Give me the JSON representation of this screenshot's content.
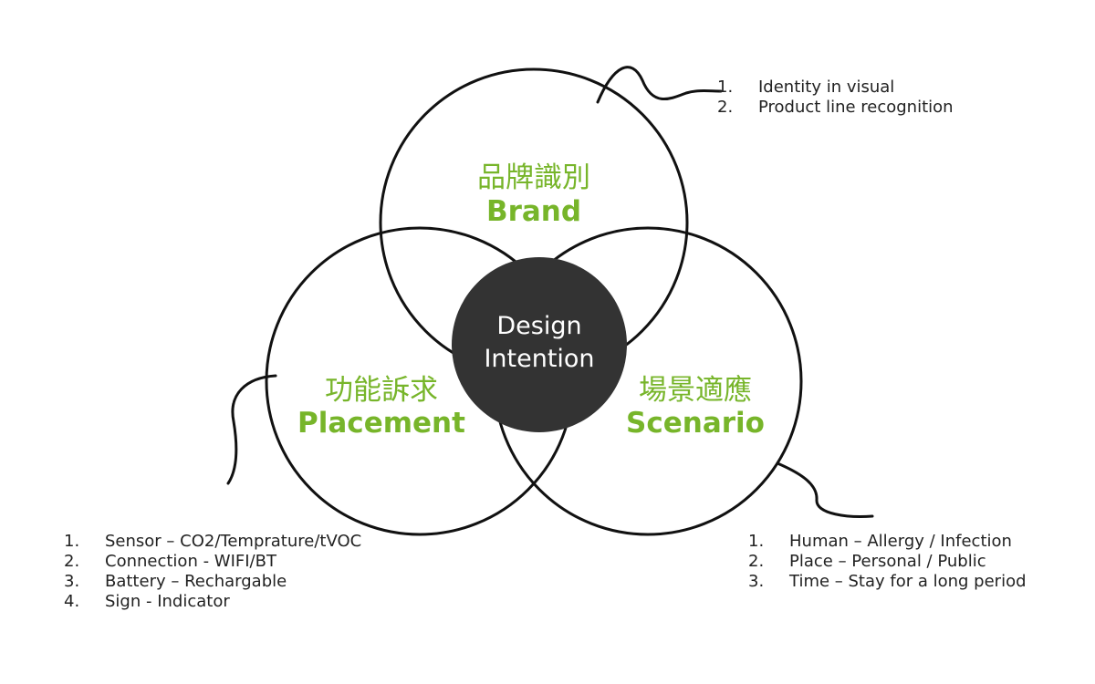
{
  "center": {
    "line1": "Design",
    "line2": "Intention"
  },
  "brand": {
    "title_cn": "品牌識別",
    "title_en": "Brand",
    "notes": [
      {
        "num": "1.",
        "text": "Identity in visual"
      },
      {
        "num": "2.",
        "text": "Product line recognition"
      }
    ]
  },
  "placement": {
    "title_cn": "功能訴求",
    "title_en": "Placement",
    "notes": [
      {
        "num": "1.",
        "text": "Sensor  –  CO2/Temprature/tVOC"
      },
      {
        "num": "2.",
        "text": "Connection - WIFI/BT"
      },
      {
        "num": "3.",
        "text": "Battery  –  Rechargable"
      },
      {
        "num": "4.",
        "text": "Sign - Indicator"
      }
    ]
  },
  "scenario": {
    "title_cn": "場景適應",
    "title_en": "Scenario",
    "notes": [
      {
        "num": "1.",
        "text": "Human  –  Allergy / Infection"
      },
      {
        "num": "2.",
        "text": "Place  –  Personal / Public"
      },
      {
        "num": "3.",
        "text": "Time  –  Stay for a long period"
      }
    ]
  },
  "colors": {
    "accent_green": "#77b52a",
    "center_fill": "#333333",
    "line": "#111111"
  }
}
